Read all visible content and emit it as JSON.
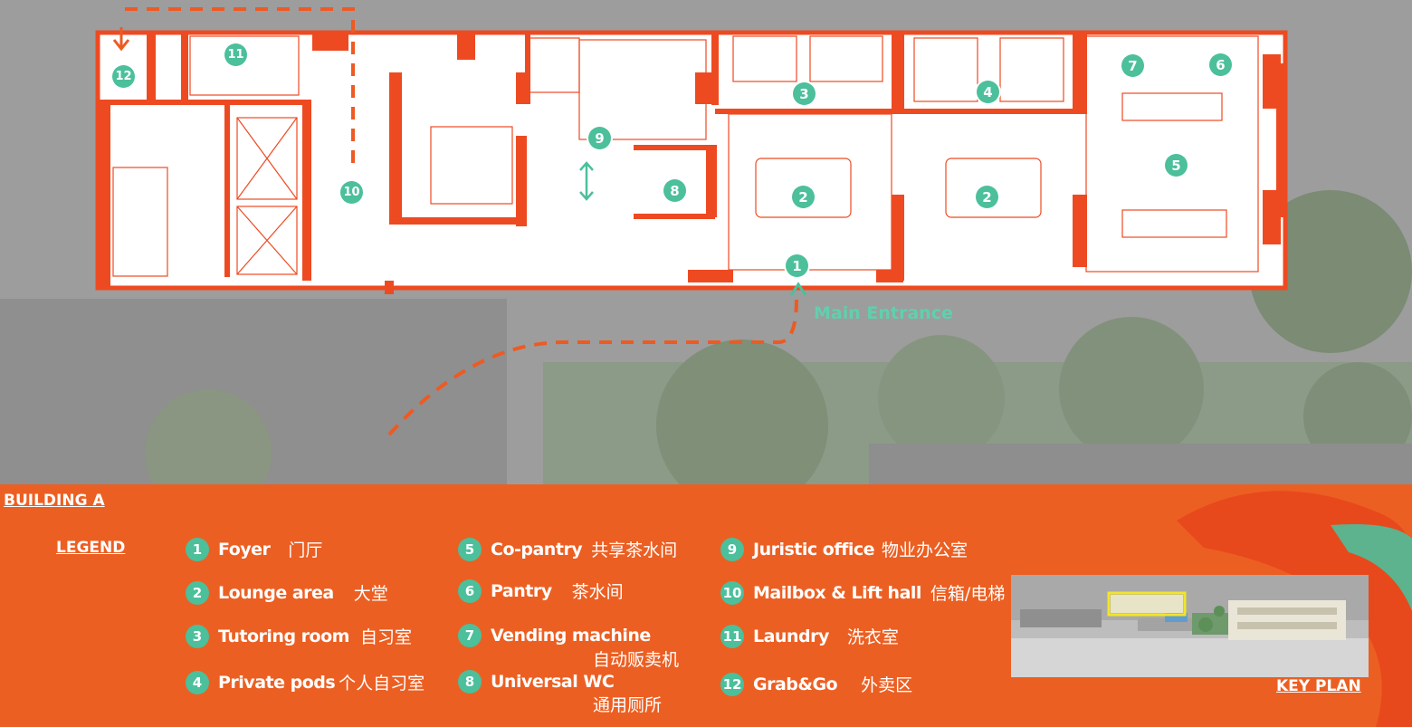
{
  "plan": {
    "markers": [
      "1",
      "2",
      "2",
      "3",
      "4",
      "5",
      "6",
      "7",
      "8",
      "9",
      "10",
      "11",
      "12"
    ],
    "entrance_label": "Main Entrance"
  },
  "legend": {
    "building_title": "BUILDING A",
    "legend_title": "LEGEND",
    "items": [
      {
        "num": "1",
        "en": "Foyer",
        "zh": "门厅"
      },
      {
        "num": "2",
        "en": "Lounge area",
        "zh": "大堂"
      },
      {
        "num": "3",
        "en": "Tutoring room",
        "zh": "自习室"
      },
      {
        "num": "4",
        "en": "Private pods",
        "zh": "个人自习室"
      },
      {
        "num": "5",
        "en": "Co-pantry",
        "zh": "共享茶水间"
      },
      {
        "num": "6",
        "en": "Pantry",
        "zh": "茶水间"
      },
      {
        "num": "7",
        "en": "Vending machine",
        "zh": "自动贩卖机"
      },
      {
        "num": "8",
        "en": "Universal WC",
        "zh": "通用厕所"
      },
      {
        "num": "9",
        "en": "Juristic office",
        "zh": "物业办公室"
      },
      {
        "num": "10",
        "en": "Mailbox & Lift hall",
        "zh": "信箱/电梯"
      },
      {
        "num": "11",
        "en": "Laundry",
        "zh": "洗衣室"
      },
      {
        "num": "12",
        "en": "Grab&Go",
        "zh": "外卖区"
      }
    ],
    "key_plan_label": "KEY PLAN"
  },
  "colors": {
    "accent": "#ec5f22",
    "marker": "#4cbf9b",
    "walls": "#ee4a22"
  }
}
